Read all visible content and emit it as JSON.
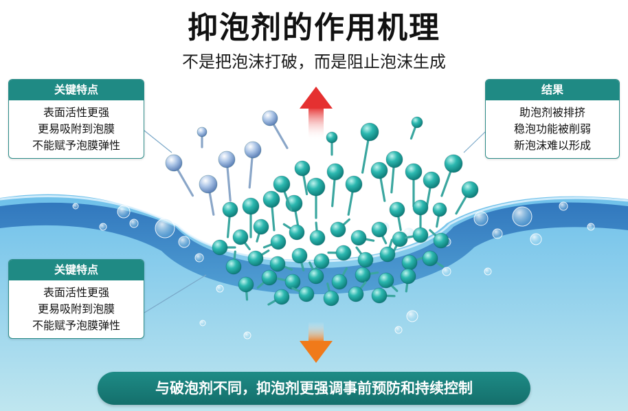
{
  "title": "抑泡剂的作用机理",
  "subtitle": "不是把泡沫打破，而是阻止泡沫生成",
  "cards": {
    "top_left": {
      "heading": "关键特点",
      "lines": [
        "表面活性更强",
        "更易吸附到泡膜",
        "不能赋予泡膜弹性"
      ]
    },
    "top_right": {
      "heading": "结果",
      "lines": [
        "助泡剂被排挤",
        "稳泡功能被削弱",
        "新泡沫难以形成"
      ]
    },
    "bottom_left": {
      "heading": "关键特点",
      "lines": [
        "表面活性更强",
        "更易吸附到泡膜",
        "不能赋予泡膜弹性"
      ]
    }
  },
  "footer_banner": "与破泡剂不同，抑泡剂更强调事前预防和持续控制",
  "colors": {
    "teal_header": "#1f8a84",
    "defoamer_molecule": "#2cb8b0",
    "other_molecule": "#a9c3e6",
    "up_arrow": "#e53030",
    "down_arrow": "#f07a1a",
    "water": "#2f7fc4"
  }
}
